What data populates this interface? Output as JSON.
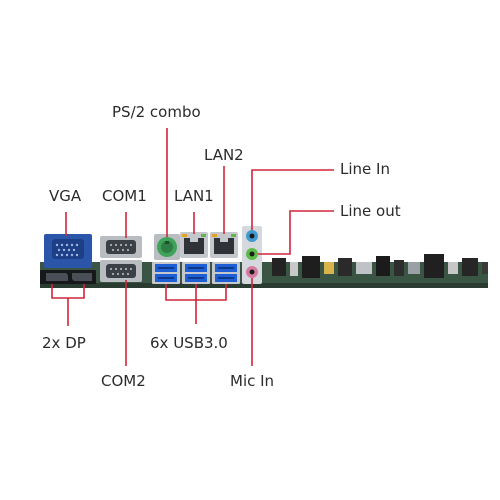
{
  "labels": {
    "ps2": "PS/2 combo",
    "lan2": "LAN2",
    "line_in": "Line In",
    "vga": "VGA",
    "com1": "COM1",
    "lan1": "LAN1",
    "line_out": "Line out",
    "dp": "2x DP",
    "usb": "6x USB3.0",
    "com2": "COM2",
    "mic_in": "Mic In"
  },
  "colors": {
    "leader": "#d0263a",
    "text": "#2b2b2b",
    "pcb": "#2f4a3a",
    "vga_blue": "#2b55a8",
    "usb_blue": "#1f5fd6",
    "serial_dark": "#3b3f46",
    "metal": "#b9bdc2",
    "ps2_green": "#3fa35a",
    "audio_blue": "#3f9bd0",
    "audio_green": "#5dbb4a",
    "audio_pink": "#d77aa0"
  }
}
